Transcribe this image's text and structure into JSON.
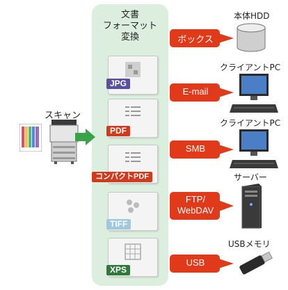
{
  "center": {
    "title_lines": [
      "文書",
      "フォーマット",
      "変換"
    ]
  },
  "scan": {
    "label": "スキャン"
  },
  "formats": [
    {
      "label": "JPG",
      "color": "#5b4fa0"
    },
    {
      "label": "PDF",
      "color": "#d23a1e"
    },
    {
      "label": "コンパクトPDF",
      "color": "#d23a1e"
    },
    {
      "label": "TIFF",
      "color": "#9dc8de"
    },
    {
      "label": "XPS",
      "color": "#2f7a3a"
    }
  ],
  "destinations": [
    {
      "method": "ボックス",
      "device": "本体HDD",
      "icon": "hdd-icon"
    },
    {
      "method": "E-mail",
      "device": "クライアントPC",
      "icon": "pc-icon"
    },
    {
      "method": "SMB",
      "device": "クライアントPC",
      "icon": "pc-icon"
    },
    {
      "method": "FTP/\nWebDAV",
      "method_lines": [
        "FTP/",
        "WebDAV"
      ],
      "device": "サーバー",
      "icon": "server-icon"
    },
    {
      "method": "USB",
      "device": "USBメモリ",
      "icon": "usb-icon"
    }
  ],
  "colors": {
    "panel": "#dceedd",
    "red_arrow": "#e03a1a",
    "green_arrow": "#3aa34a"
  }
}
